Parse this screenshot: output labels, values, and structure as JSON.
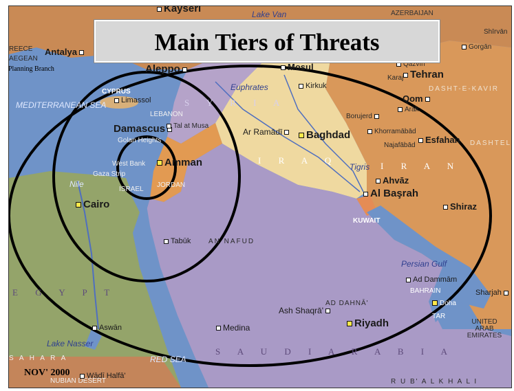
{
  "title": "Main Tiers of Threats",
  "branch": "Planning Branch",
  "date_stamp": "NOV' 2000",
  "colors": {
    "sea": "#6f93c8",
    "egypt": "#94a46a",
    "saudi": "#a99ac6",
    "iraq": "#efd9a0",
    "iran": "#d9985a",
    "jordan": "#e29a52",
    "syria": "#b5a3c9",
    "rings": "#000000"
  },
  "cities": {
    "kayseri": "Kayseri",
    "antalya": "Antalya",
    "aleppo": "Aleppo",
    "mosul": "Mosul",
    "kirkuk": "Kirkuk",
    "limassol": "Limassol",
    "damascus": "Damascus",
    "tal_at_musa": "Tal at Musa",
    "ar_ramadi": "Ar Ramādī",
    "baghdad": "Baghdad",
    "amman": "Amman",
    "cairo": "Cairo",
    "tabuk": "Tabūk",
    "al_basrah": "Al Başrah",
    "ahvaz": "Ahvāz",
    "shiraz": "Shiraz",
    "tehran": "Tehran",
    "qazvin": "Qazvīn",
    "karaj": "Karaj",
    "qom": "Qom",
    "arak": "Arāk",
    "borujerd": "Borujerd",
    "khorramabad": "Khorramābād",
    "najafabad": "Najafābād",
    "esfahan": "Esfahan",
    "gorgan": "Gorgān",
    "shirvan": "Shīrvān",
    "ad_dammam": "Ad Dammām",
    "doha": "Doha",
    "sharjah": "Sharjah",
    "ash_shaqra": "Ash Shaqrā'",
    "riyadh": "Riyadh",
    "medina": "Medina",
    "aswan": "Aswān",
    "halfa": "Wādī Halfā'"
  },
  "regions": {
    "syria": "S Y R I A",
    "iraq": "I R A Q",
    "iran": "I R A N",
    "egypt": "E G Y P T",
    "saudi": "S A U D I   A R A B I A",
    "an_nafud": "AN NAFUD",
    "ad_dahna": "AD DAHNĀ'",
    "dasht": "DASHT-E-KAVIR",
    "dashtelut": "DASHTELUT",
    "sahara": "S A H A R A",
    "nubian": "NUBIAN DESERT",
    "rub": "R U B'   A L   K H A L I",
    "lebanon": "LEBANON",
    "israel": "ISRAEL",
    "jordan": "JORDAN",
    "kuwait": "KUWAIT",
    "bahrain": "BAHRAIN",
    "qatar": "TAR",
    "uae": "UNITED ARAB EMIRATES",
    "cyprus": "CYPRUS",
    "greece": "REECE",
    "azerbaijan": "AZERBAIJAN",
    "golan": "Golan Heights",
    "west_bank": "West Bank",
    "gaza": "Gaza Strip",
    "aegean": "AEGEAN"
  },
  "water": {
    "mediterranean": "MEDITERRANEAN SEA",
    "red_sea": "RED SEA",
    "persian_gulf": "Persian Gulf",
    "lake_nasser": "Lake Nasser",
    "nile": "Nile",
    "euphrates": "Euphrates",
    "tigris": "Tigris",
    "lake_van": "Lake Van"
  }
}
